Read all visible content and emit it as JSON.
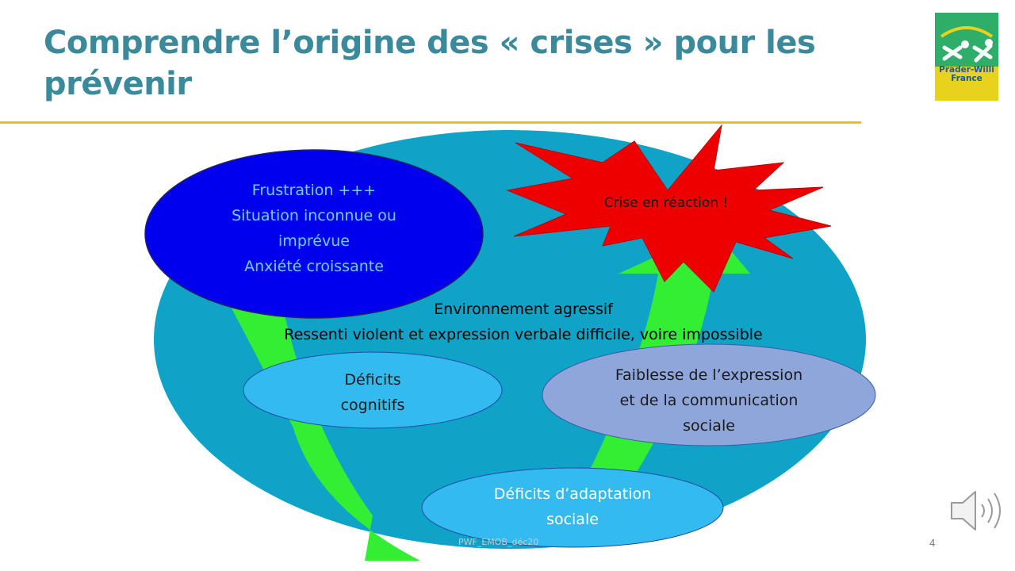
{
  "slide": {
    "title": "Comprendre l’origine des « crises » pour les prévenir",
    "page_number": "4",
    "footer": "PWF_EMOB_déc20"
  },
  "logo": {
    "line1": "Prader-Willi",
    "line2": "France"
  },
  "diagram": {
    "frustration": {
      "line1": "Frustration +++",
      "line2": "Situation inconnue ou",
      "line3": "imprévue",
      "line4": "Anxiété croissante"
    },
    "crisis": "Crise en réaction !",
    "environment": {
      "line1": "Environnement agressif",
      "line2": "Ressenti violent et expression verbale difficile, voire impossible"
    },
    "cognitive": {
      "line1": "Déficits",
      "line2": "cognitifs"
    },
    "expression": {
      "line1": "Faiblesse de l’expression",
      "line2": "et de la communication",
      "line3": "sociale"
    },
    "adaptation": {
      "line1": "Déficits d’adaptation",
      "line2": "sociale"
    }
  },
  "colors": {
    "title": "#3a8a9c",
    "rule": "#e8c21a",
    "background_ellipse": "#0fa3c8",
    "frustration_ellipse": "#0000ee",
    "crisis_star": "#ee0000",
    "arrow": "#33ee33",
    "light_ellipse": "#33bbf0",
    "expression_ellipse": "#8fa6db"
  },
  "icons": {
    "audio": "speaker-icon"
  }
}
